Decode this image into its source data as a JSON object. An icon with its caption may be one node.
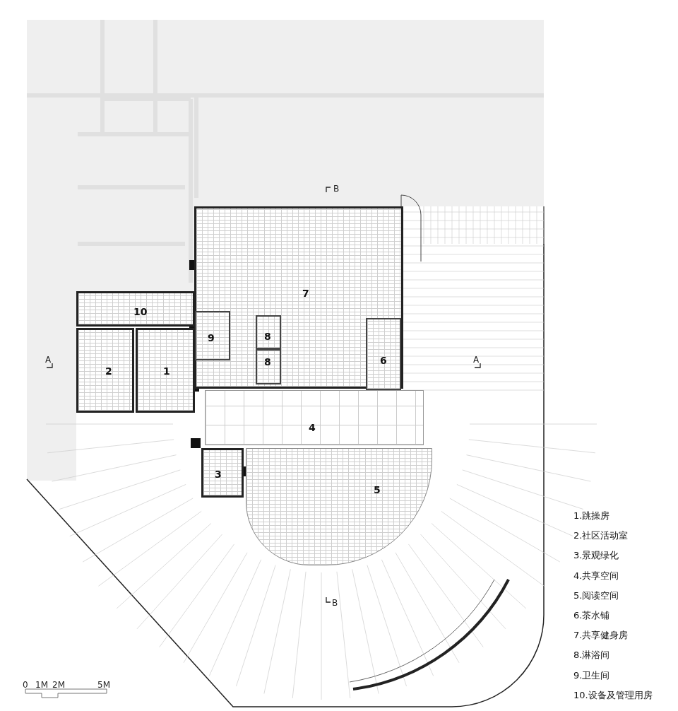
{
  "diagram": {
    "nodes": [
      {
        "text": [
          "7"
        ]
      },
      {
        "text": [
          "10"
        ]
      },
      {
        "text": [
          "9"
        ],
        "in": 0
      },
      {
        "text": [
          "8"
        ],
        "in": 0
      },
      {
        "text": [
          "8"
        ],
        "in": 0
      },
      {
        "text": [
          "6"
        ],
        "in": 0
      },
      {
        "text": [
          "2"
        ]
      },
      {
        "text": [
          "1"
        ]
      },
      {
        "text": [
          "4"
        ]
      },
      {
        "text": [
          "3"
        ]
      },
      {
        "text": [
          "5"
        ]
      }
    ],
    "labels": [
      "B",
      "A",
      "A",
      "B",
      "1.跳操房",
      "2.社区活动室",
      "3.景观绿化",
      "4.共享空间",
      "5.阅读空间",
      "6.茶水铺",
      "7.共享健身房",
      "8.淋浴间",
      "9.卫生间",
      "10.设备及管理用房",
      "0",
      "1M",
      "2M",
      "5M"
    ]
  }
}
